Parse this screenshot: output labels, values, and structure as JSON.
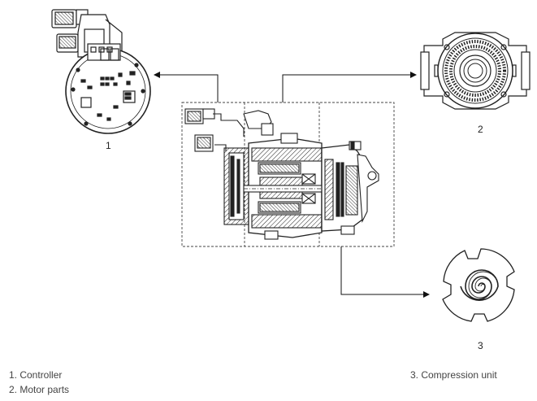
{
  "callouts": {
    "one": "1",
    "two": "2",
    "three": "3"
  },
  "legend": {
    "item1": "1. Controller",
    "item2": "2. Motor parts",
    "item3": "3. Compression unit"
  }
}
